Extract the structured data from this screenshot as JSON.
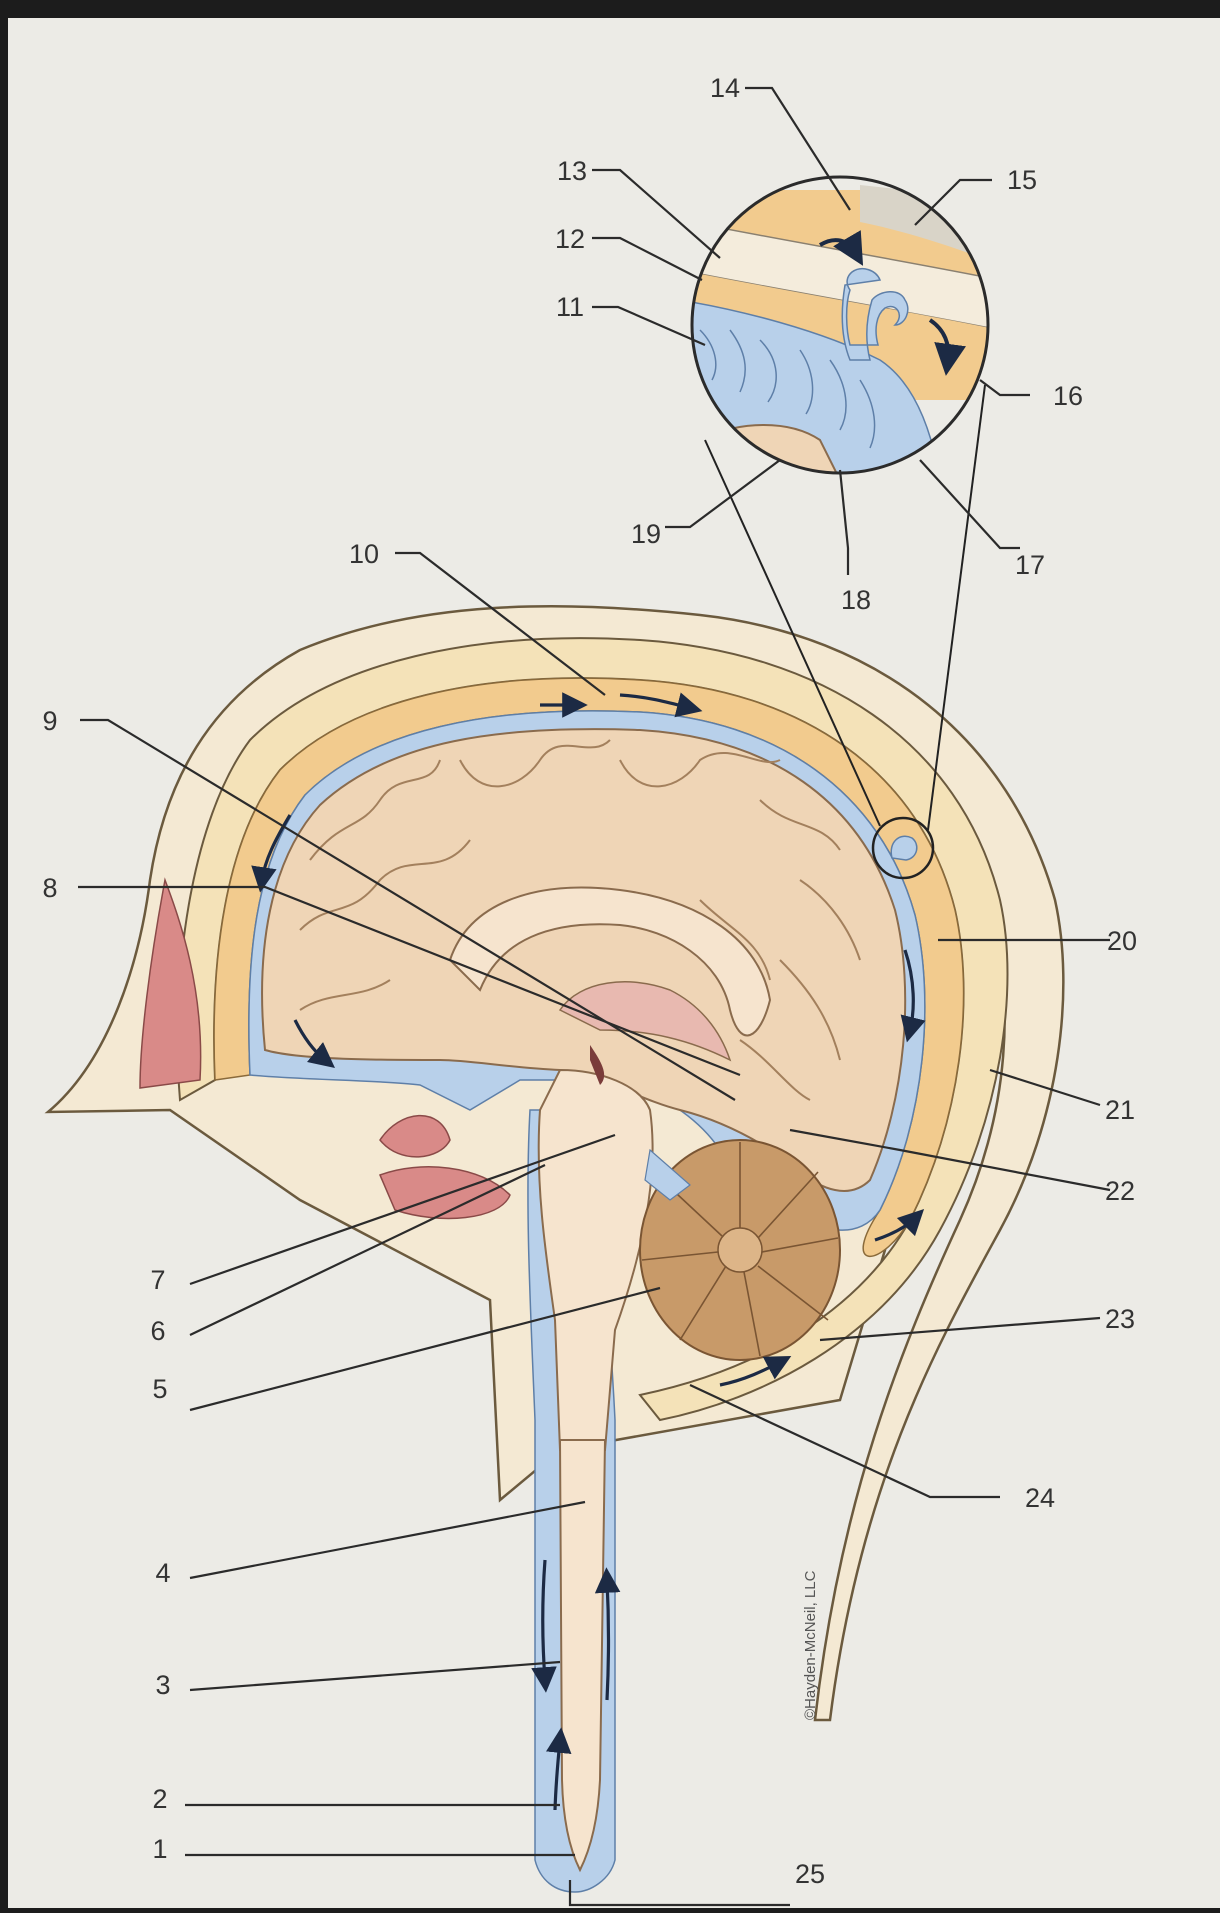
{
  "colors": {
    "paper": "#ecebe6",
    "skin": "#f2e8cf",
    "bone": "#f4e7c4",
    "dura": "#f2cb8e",
    "csf": "#b8d0ea",
    "brain": "#efd5b6",
    "cerebellum": "#c89a69",
    "sinus": "#d98a88",
    "arrow": "#1c2a44"
  },
  "labels": {
    "l1": "1",
    "l2": "2",
    "l3": "3",
    "l4": "4",
    "l5": "5",
    "l6": "6",
    "l7": "7",
    "l8": "8",
    "l9": "9",
    "l10": "10",
    "l11": "11",
    "l12": "12",
    "l13": "13",
    "l14": "14",
    "l15": "15",
    "l16": "16",
    "l17": "17",
    "l18": "18",
    "l19": "19",
    "l20": "20",
    "l21": "21",
    "l22": "22",
    "l23": "23",
    "l24": "24",
    "l25": "25"
  },
  "credit": "©Hayden-McNeil, LLC"
}
